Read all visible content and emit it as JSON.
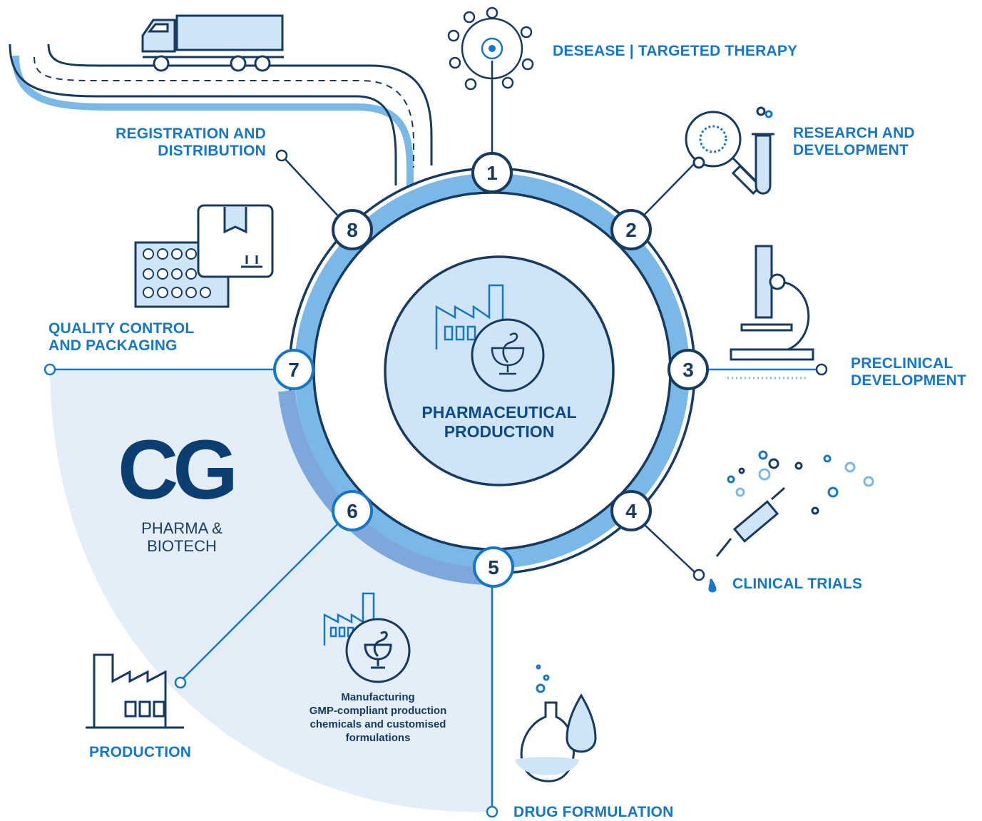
{
  "center": {
    "title_line1": "PHARMACEUTICAL",
    "title_line2": "PRODUCTION"
  },
  "steps": [
    {
      "number": "1",
      "label_lines": [
        "DESEASE | TARGETED THERAPY"
      ]
    },
    {
      "number": "2",
      "label_lines": [
        "RESEARCH AND",
        "DEVELOPMENT"
      ]
    },
    {
      "number": "3",
      "label_lines": [
        "PRECLINICAL",
        "DEVELOPMENT"
      ]
    },
    {
      "number": "4",
      "label_lines": [
        "CLINICAL TRIALS"
      ]
    },
    {
      "number": "5",
      "label_lines": [
        "DRUG FORMULATION"
      ]
    },
    {
      "number": "6",
      "label_lines": [
        "PRODUCTION"
      ]
    },
    {
      "number": "7",
      "label_lines": [
        "QUALITY CONTROL",
        "AND PACKAGING"
      ]
    },
    {
      "number": "8",
      "label_lines": [
        "REGISTRATION AND",
        "DISTRIBUTION"
      ]
    }
  ],
  "manufacturing_note": {
    "line1": "Manufacturing",
    "line2": "GMP-compliant production",
    "line3": "chemicals and customised",
    "line4": "formulations"
  },
  "logo": {
    "mark": "CG",
    "line1": "PHARMA &",
    "line2": "BIOTECH"
  },
  "colors": {
    "accent": "#1677c8",
    "dark_navy": "#163a60",
    "light_blue": "#7ab8e8",
    "pale_blue": "#cfe4f6",
    "background_wedge": "#e3eef9"
  }
}
